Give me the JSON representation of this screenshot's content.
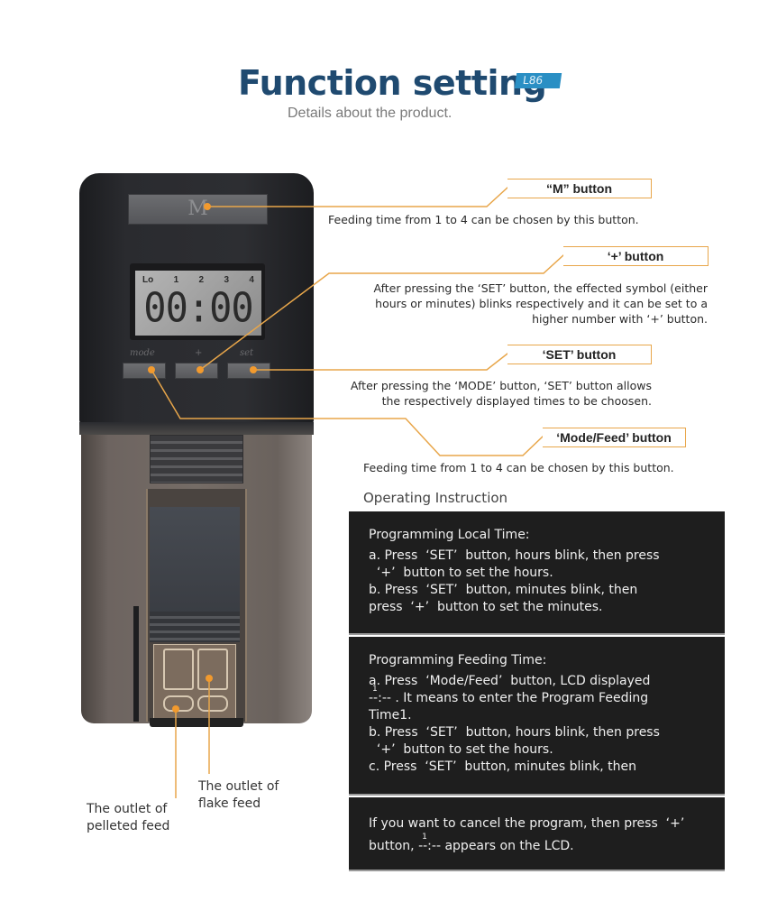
{
  "header": {
    "title": "Function setting",
    "badge": "L86",
    "subtitle": "Details about the product."
  },
  "device": {
    "m_button_label": "M",
    "lcd": {
      "labels": [
        "Lo",
        "1",
        "2",
        "3",
        "4"
      ],
      "time": "00:00"
    },
    "button_labels": {
      "mode": "mode",
      "plus": "+",
      "set": "set"
    }
  },
  "callouts": [
    {
      "label": "“M” button",
      "description": "Feeding time from 1 to 4 can be chosen by this button."
    },
    {
      "label": "‘+’ button",
      "description": "After pressing the  ‘SET’  button, the effected symbol (either hours or minutes) blinks respectively and it can be set to a higher number with  ‘+’  button."
    },
    {
      "label": "‘SET’ button",
      "description": "After pressing the  ‘MODE’  button,  ‘SET’  button allows the respectively displayed times to be choosen."
    },
    {
      "label": "‘Mode/Feed’ button",
      "description": "Feeding time from 1 to 4 can be chosen by this button."
    }
  ],
  "outlets": {
    "pelleted": "The outlet of pelleted feed",
    "flake": "The outlet of flake feed",
    "pelleted_line1": "The outlet of",
    "pelleted_line2": "pelleted feed",
    "flake_line1": "The outlet of",
    "flake_line2": "flake feed"
  },
  "instructions": {
    "title": "Operating Instruction",
    "local_time": {
      "title": "Programming Local Time:",
      "lines": [
        "a. Press  ‘SET’  button, hours blink, then press",
        "  ‘+’  button to set the hours.",
        "b. Press  ‘SET’  button, minutes blink, then",
        "press  ‘+’  button to set the minutes."
      ]
    },
    "feeding_time": {
      "title": "Programming Feeding Time:",
      "lines": [
        "a. Press  ‘Mode/Feed’  button, LCD displayed",
        " . It means to enter the Program Feeding",
        "Time1.",
        "b. Press  ‘SET’  button, hours blink, then press",
        "  ‘+’  button to set the hours.",
        "c. Press  ‘SET’  button, minutes blink, then"
      ],
      "lcd_symbol": "--:--",
      "lcd_symbol_index": "1"
    },
    "cancel": {
      "line1": "If you want to cancel the program, then press  ‘+’",
      "line2_prefix": "button, ",
      "lcd_symbol": "--:--",
      "lcd_symbol_index": "1",
      "line2_suffix": " appears on the LCD."
    }
  },
  "colors": {
    "title": "#1f4a70",
    "badge": "#2a8fc4",
    "callout_line": "#e8a64a",
    "panel_bg": "#1e1e1e"
  }
}
